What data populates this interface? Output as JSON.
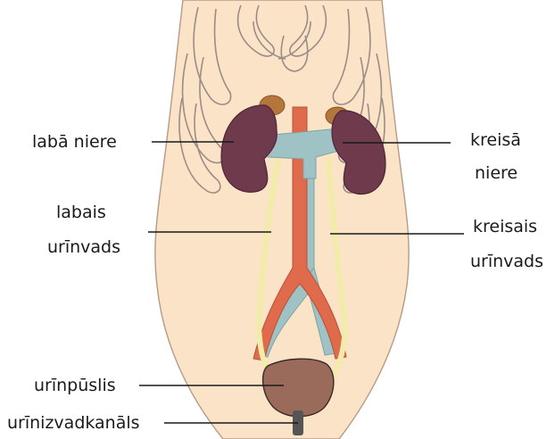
{
  "diagram": {
    "labels": {
      "right_kidney": "labā niere",
      "left_kidney_line1": "kreisā",
      "left_kidney_line2": "niere",
      "right_ureter_line1": "labais",
      "right_ureter_line2": "urīnvads",
      "left_ureter_line1": "kreisais",
      "left_ureter_line2": "urīnvads",
      "bladder": "urīnpūslis",
      "urethra": "urīnizvadkanāls"
    },
    "colors": {
      "skin": "#fbe3c8",
      "skin_outline": "#b89a86",
      "rib_outline": "#9b8c86",
      "kidney": "#6e3a4c",
      "kidney_dark": "#4e2636",
      "adrenal": "#b5763c",
      "aorta": "#e06a4c",
      "vena_cava": "#9fc2c4",
      "ureter": "#f1ecaa",
      "bladder": "#9a6b5a",
      "line": "#1a1a1a"
    }
  }
}
